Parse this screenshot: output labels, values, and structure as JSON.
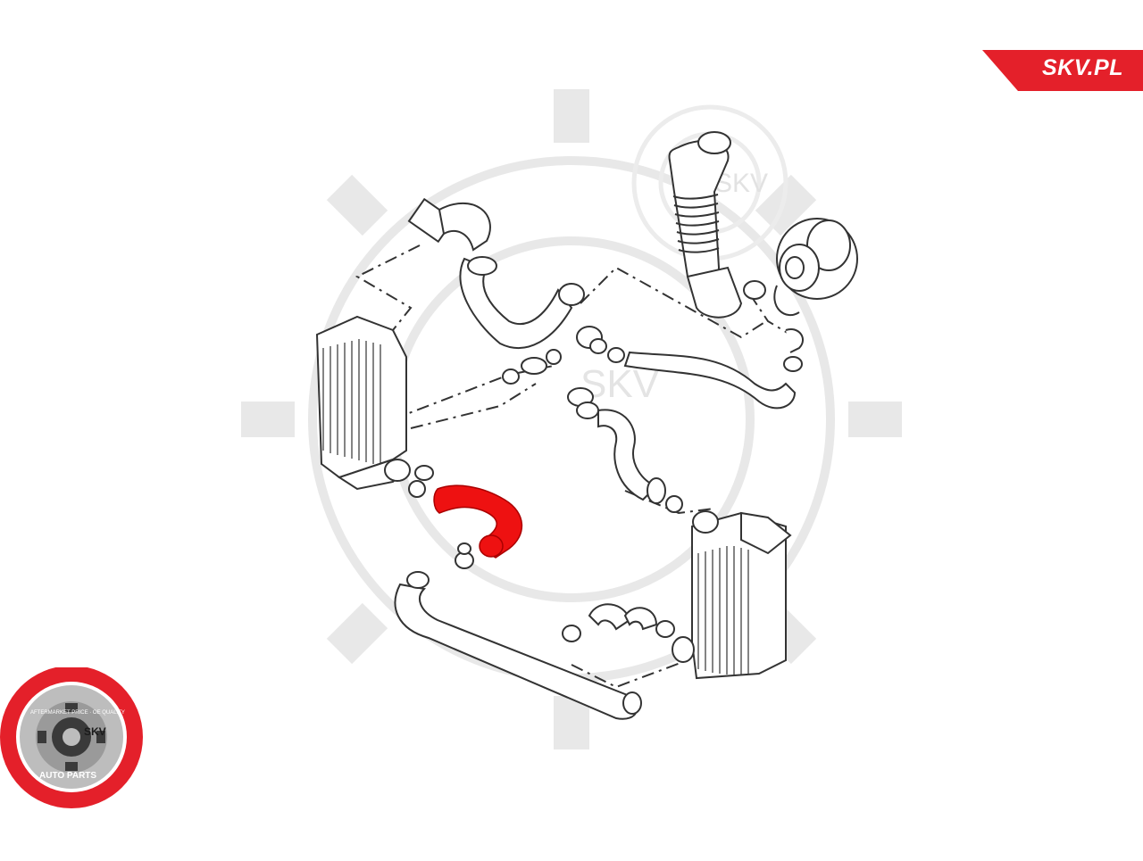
{
  "brand": {
    "site_label": "SKV.PL",
    "color": "#e4202a"
  },
  "watermark": {
    "text": "SKV",
    "color": "#e6e6e6"
  },
  "badge": {
    "ring_text": "AFTERMARKET PRICE · OE QUALITY",
    "center_text": "SKV",
    "bottom_text": "AUTO PARTS",
    "ring_color": "#e4202a",
    "inner_color": "#bfbfbf"
  },
  "diagram": {
    "highlighted_part": "red-intercooler-hose",
    "highlight_color": "#ee1111",
    "line_color": "#333333"
  }
}
